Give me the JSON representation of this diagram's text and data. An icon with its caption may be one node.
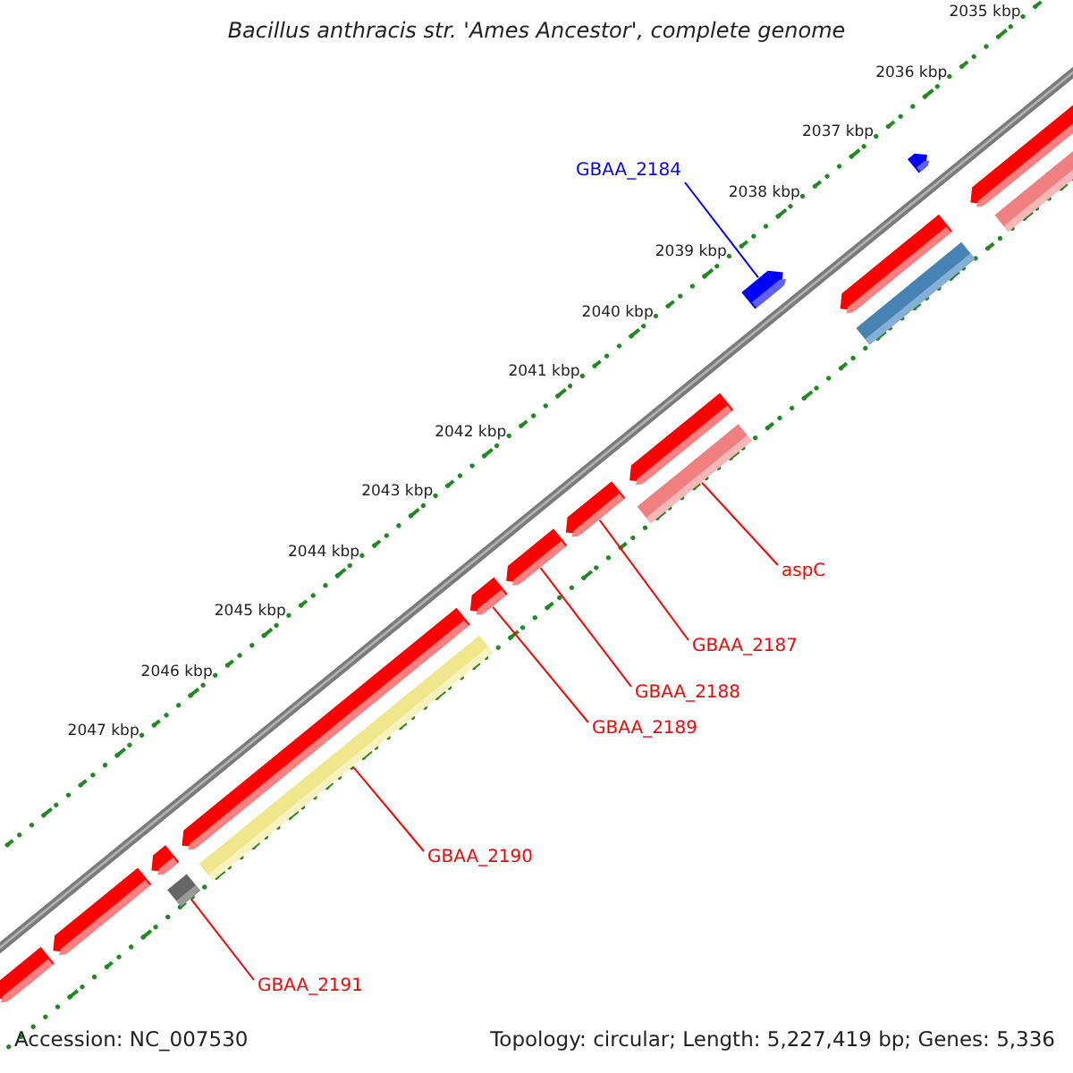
{
  "diagram": {
    "title": "Bacillus anthracis str. 'Ames Ancestor', complete genome",
    "nodes": [
      {
        "text": [
          "GBAA_2184"
        ]
      },
      {
        "text": [
          "aspC"
        ]
      },
      {
        "text": [
          "GBAA_2187"
        ]
      },
      {
        "text": [
          "GBAA_2188"
        ]
      },
      {
        "text": [
          "GBAA_2189"
        ]
      },
      {
        "text": [
          "GBAA_2190"
        ]
      },
      {
        "text": [
          "GBAA_2191"
        ]
      },
      {
        "text": [],
        "shape": "pentagon"
      },
      {
        "text": [],
        "shape": "pentagon"
      },
      {
        "text": [],
        "shape": "pentagon"
      },
      {
        "text": [],
        "shape": "bar"
      },
      {
        "text": [],
        "shape": "pentagon"
      },
      {
        "text": [],
        "shape": "bar"
      },
      {
        "text": [],
        "shape": "pentagon"
      },
      {
        "text": [],
        "shape": "pentagon"
      },
      {
        "text": [],
        "shape": "pentagon"
      },
      {
        "text": [],
        "shape": "pentagon"
      },
      {
        "text": [],
        "shape": "bar"
      },
      {
        "text": [],
        "shape": "pentagon"
      },
      {
        "text": [],
        "shape": "pentagon"
      },
      {
        "text": [],
        "shape": "bar"
      },
      {
        "text": [],
        "shape": "pentagon"
      },
      {
        "text": [],
        "shape": "pentagon"
      },
      {
        "text": [],
        "shape": "bar"
      }
    ],
    "edges": [
      {
        "from": 0,
        "to": 18,
        "arrow": "none",
        "color": "#0000ff"
      },
      {
        "from": 1,
        "to": 17,
        "arrow": "none"
      },
      {
        "from": 2,
        "to": 15,
        "arrow": "none"
      },
      {
        "from": 3,
        "to": 14,
        "arrow": "none"
      },
      {
        "from": 4,
        "to": 13,
        "arrow": "none"
      },
      {
        "from": 5,
        "to": 12,
        "arrow": "none"
      },
      {
        "from": 6,
        "to": 10,
        "arrow": "none"
      }
    ],
    "labels": [
      "2035 kbp",
      "2036 kbp",
      "2037 kbp",
      "2038 kbp",
      "2039 kbp",
      "2040 kbp",
      "2041 kbp",
      "2042 kbp",
      "2043 kbp",
      "2044 kbp",
      "2045 kbp",
      "2046 kbp",
      "2047 kbp",
      "Accession: NC_007530",
      "Topology: circular; Length: 5,227,419 bp; Genes: 5,336"
    ]
  }
}
